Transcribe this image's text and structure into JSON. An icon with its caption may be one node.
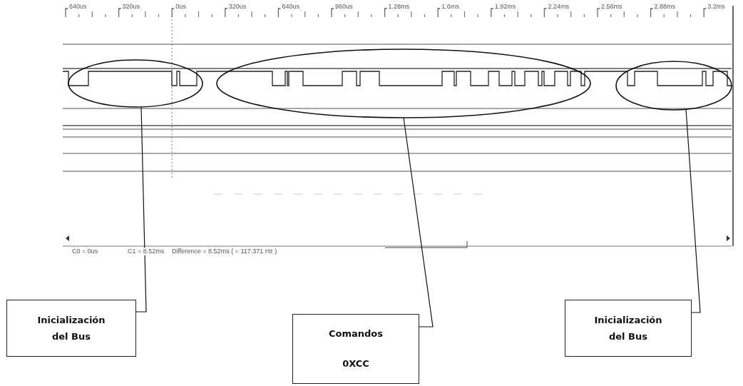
{
  "diagram": {
    "nodes": [
      {
        "text": [],
        "shape": "ellipse"
      },
      {
        "text": [],
        "shape": "ellipse"
      },
      {
        "text": [],
        "shape": "ellipse"
      },
      {
        "text": [
          "Inicialización del Bus"
        ]
      },
      {
        "text": [
          "Comandos",
          "0XCC"
        ]
      },
      {
        "text": [
          "Inicialización del Bus"
        ]
      }
    ],
    "edges": [
      {
        "from": 3,
        "to": 0,
        "arrow": "none"
      },
      {
        "from": 4,
        "to": 1,
        "arrow": "none"
      },
      {
        "from": 5,
        "to": 2,
        "arrow": "none"
      }
    ],
    "labels": [
      "640us",
      "320us",
      "0us",
      "320us",
      "640us",
      "960us",
      "1.28ms",
      "1.6ms",
      "1.92ms",
      "2.24ms",
      "2.56ms",
      "2.88ms",
      "3.2ms",
      "C0 = 0us",
      "C1 = 8.52ms",
      "Difference = 8.52ms ( = 117.371 Hz )"
    ]
  }
}
